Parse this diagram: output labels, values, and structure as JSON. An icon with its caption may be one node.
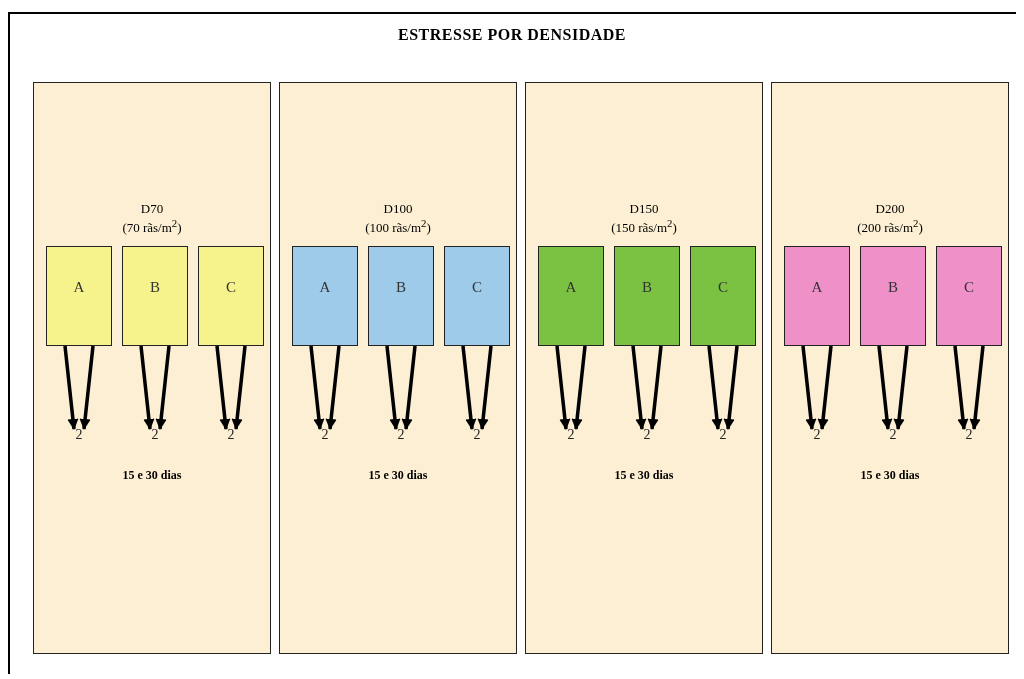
{
  "diagram": {
    "title": "ESTRESSE POR DENSIDADE",
    "nodes": [
      {
        "text": [
          "D70 (70 rãs/m$^{2}$)",
          "15 e 30 dias"
        ]
      },
      {
        "text": [
          "A"
        ],
        "in": 0
      },
      {
        "text": [
          "B"
        ],
        "in": 0
      },
      {
        "text": [
          "C"
        ],
        "in": 0
      },
      {
        "text": [
          "2"
        ],
        "in": 0
      },
      {
        "text": [
          "2"
        ],
        "in": 0
      },
      {
        "text": [
          "2"
        ],
        "in": 0
      },
      {
        "text": [
          "D100 (100 rãs/m$^{2}$)",
          "15 e 30 dias"
        ]
      },
      {
        "text": [
          "A"
        ],
        "in": 7
      },
      {
        "text": [
          "B"
        ],
        "in": 7
      },
      {
        "text": [
          "C"
        ],
        "in": 7
      },
      {
        "text": [
          "2"
        ],
        "in": 7
      },
      {
        "text": [
          "2"
        ],
        "in": 7
      },
      {
        "text": [
          "2"
        ],
        "in": 7
      },
      {
        "text": [
          "D150 (150 rãs/m$^{2}$)",
          "15 e 30 dias"
        ]
      },
      {
        "text": [
          "A"
        ],
        "in": 14
      },
      {
        "text": [
          "B"
        ],
        "in": 14
      },
      {
        "text": [
          "C"
        ],
        "in": 14
      },
      {
        "text": [
          "2"
        ],
        "in": 14
      },
      {
        "text": [
          "2"
        ],
        "in": 14
      },
      {
        "text": [
          "2"
        ],
        "in": 14
      },
      {
        "text": [
          "D200 (200 rãs/m$^{2}$)",
          "15 e 30 dias"
        ]
      },
      {
        "text": [
          "A"
        ],
        "in": 21
      },
      {
        "text": [
          "B"
        ],
        "in": 21
      },
      {
        "text": [
          "C"
        ],
        "in": 21
      },
      {
        "text": [
          "2"
        ],
        "in": 21
      },
      {
        "text": [
          "2"
        ],
        "in": 21
      },
      {
        "text": [
          "2"
        ],
        "in": 21
      }
    ],
    "edges": [
      {
        "from": 1,
        "to": 4,
        "arrow": "to"
      },
      {
        "from": 1,
        "to": 4,
        "arrow": "to"
      },
      {
        "from": 2,
        "to": 5,
        "arrow": "to"
      },
      {
        "from": 2,
        "to": 5,
        "arrow": "to"
      },
      {
        "from": 3,
        "to": 6,
        "arrow": "to"
      },
      {
        "from": 3,
        "to": 6,
        "arrow": "to"
      },
      {
        "from": 8,
        "to": 11,
        "arrow": "to"
      },
      {
        "from": 8,
        "to": 11,
        "arrow": "to"
      },
      {
        "from": 9,
        "to": 12,
        "arrow": "to"
      },
      {
        "from": 9,
        "to": 12,
        "arrow": "to"
      },
      {
        "from": 10,
        "to": 13,
        "arrow": "to"
      },
      {
        "from": 10,
        "to": 13,
        "arrow": "to"
      },
      {
        "from": 15,
        "to": 18,
        "arrow": "to"
      },
      {
        "from": 15,
        "to": 18,
        "arrow": "to"
      },
      {
        "from": 16,
        "to": 19,
        "arrow": "to"
      },
      {
        "from": 16,
        "to": 19,
        "arrow": "to"
      },
      {
        "from": 17,
        "to": 20,
        "arrow": "to"
      },
      {
        "from": 17,
        "to": 20,
        "arrow": "to"
      },
      {
        "from": 22,
        "to": 25,
        "arrow": "to"
      },
      {
        "from": 22,
        "to": 25,
        "arrow": "to"
      },
      {
        "from": 23,
        "to": 26,
        "arrow": "to"
      },
      {
        "from": 23,
        "to": 26,
        "arrow": "to"
      },
      {
        "from": 24,
        "to": 27,
        "arrow": "to"
      },
      {
        "from": 24,
        "to": 27,
        "arrow": "to"
      }
    ]
  }
}
